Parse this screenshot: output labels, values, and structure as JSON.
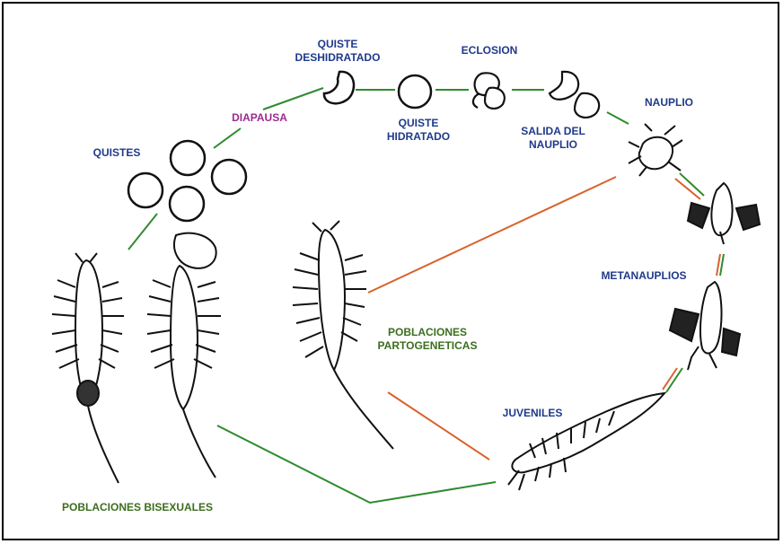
{
  "labels": {
    "quiste_deshidratado": "QUISTE\nDESHIDRATADO",
    "eclosion": "ECLOSION",
    "nauplio": "NAUPLIO",
    "diapausa": "DIAPAUSA",
    "quiste_hidratado": "QUISTE\nHIDRATADO",
    "salida_del_nauplio": "SALIDA DEL\nNAUPLIO",
    "quistes": "QUISTES",
    "metanauplios": "METANAUPLIOS",
    "poblaciones_partogeneticas": "POBLACIONES\nPARTOGENETICAS",
    "juveniles": "JUVENILES",
    "poblaciones_bisexuales": "POBLACIONES BISEXUALES"
  },
  "colors": {
    "label_blue": "#1f3a8a",
    "label_purple": "#9c2a8e",
    "label_green": "#3c6e1e",
    "line_green": "#2e8b2e",
    "line_orange": "#d9622b"
  }
}
